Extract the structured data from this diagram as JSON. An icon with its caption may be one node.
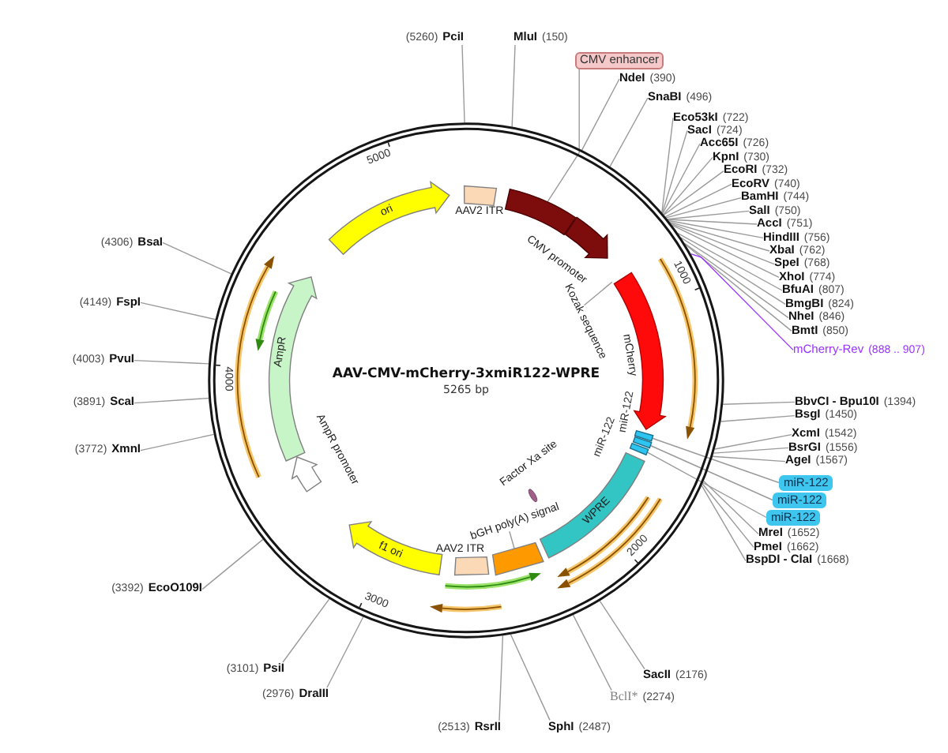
{
  "diagram": {
    "nodes": [
      {
        "text": [
          "AAV-CMV-mCherry-3xmiR122-WPRE",
          "5265 bp"
        ]
      },
      {
        "text": [
          "AAV2 ITR"
        ],
        "in": 0
      },
      {
        "text": [],
        "shape": "bar",
        "in": 0
      },
      {
        "text": [
          "CMV promoter"
        ],
        "in": 0
      },
      {
        "text": [
          "Kozak sequence"
        ],
        "in": 0
      },
      {
        "text": [
          "mCherry"
        ],
        "in": 0
      },
      {
        "text": [],
        "shape": "box",
        "in": 0
      },
      {
        "text": [],
        "shape": "box",
        "in": 0
      },
      {
        "text": [],
        "shape": "box",
        "in": 0
      },
      {
        "text": [
          "WPRE"
        ],
        "in": 0
      },
      {
        "text": [
          "Factor Xa site"
        ],
        "in": 0
      },
      {
        "text": [
          "bGH poly(A) signal"
        ],
        "in": 0
      },
      {
        "text": [],
        "shape": "box",
        "in": 0
      },
      {
        "text": [
          "AAV2 ITR"
        ],
        "in": 0
      },
      {
        "text": [
          "f1 ori"
        ],
        "in": 0
      },
      {
        "text": [
          "AmpR promoter"
        ],
        "in": 0
      },
      {
        "text": [
          "AmpR"
        ],
        "in": 0
      },
      {
        "text": [
          "ori"
        ],
        "in": 0
      },
      {
        "text": [
          "PciI"
        ],
        "beside": [
          "(5260)"
        ]
      },
      {
        "text": [
          "MluI"
        ],
        "beside": [
          "(150)"
        ]
      },
      {
        "text": [
          "CMV enhancer"
        ]
      },
      {
        "text": [
          "NdeI"
        ],
        "beside": [
          "(390)"
        ]
      },
      {
        "text": [
          "SnaBI"
        ],
        "beside": [
          "(496)"
        ]
      },
      {
        "text": [
          "Eco53kI"
        ],
        "beside": [
          "(722)"
        ]
      },
      {
        "text": [
          "SacI"
        ],
        "beside": [
          "(724)"
        ]
      },
      {
        "text": [
          "Acc65I"
        ],
        "beside": [
          "(726)"
        ]
      },
      {
        "text": [
          "KpnI"
        ],
        "beside": [
          "(730)"
        ]
      },
      {
        "text": [
          "EcoRI"
        ],
        "beside": [
          "(732)"
        ]
      },
      {
        "text": [
          "EcoRV"
        ],
        "beside": [
          "(740)"
        ]
      },
      {
        "text": [
          "BamHI"
        ],
        "beside": [
          "(744)"
        ]
      },
      {
        "text": [
          "SalI"
        ],
        "beside": [
          "(750)"
        ]
      },
      {
        "text": [
          "AccI"
        ],
        "beside": [
          "(751)"
        ]
      },
      {
        "text": [
          "HindIII"
        ],
        "beside": [
          "(756)"
        ]
      },
      {
        "text": [
          "XbaI"
        ],
        "beside": [
          "(762)"
        ]
      },
      {
        "text": [
          "SpeI"
        ],
        "beside": [
          "(768)"
        ]
      },
      {
        "text": [
          "XhoI"
        ],
        "beside": [
          "(774)"
        ]
      },
      {
        "text": [
          "BfuAI"
        ],
        "beside": [
          "(807)"
        ]
      },
      {
        "text": [
          "BmgBI"
        ],
        "beside": [
          "(824)"
        ]
      },
      {
        "text": [
          "NheI"
        ],
        "beside": [
          "(846)"
        ]
      },
      {
        "text": [
          "BmtI"
        ],
        "beside": [
          "(850)"
        ]
      },
      {
        "text": [
          "mCherry-Rev"
        ],
        "beside": [
          "(888 .. 907)"
        ]
      },
      {
        "text": [
          "BbvCI - Bpu10I"
        ],
        "beside": [
          "(1394)"
        ]
      },
      {
        "text": [
          "BsgI"
        ],
        "beside": [
          "(1450)"
        ]
      },
      {
        "text": [
          "XcmI"
        ],
        "beside": [
          "(1542)"
        ]
      },
      {
        "text": [
          "BsrGI"
        ],
        "beside": [
          "(1556)"
        ]
      },
      {
        "text": [
          "AgeI"
        ],
        "beside": [
          "(1567)"
        ]
      },
      {
        "text": [
          "miR-122"
        ]
      },
      {
        "text": [
          "miR-122"
        ]
      },
      {
        "text": [
          "miR-122"
        ]
      },
      {
        "text": [
          "MreI"
        ],
        "beside": [
          "(1652)"
        ]
      },
      {
        "text": [
          "PmeI"
        ],
        "beside": [
          "(1662)"
        ]
      },
      {
        "text": [
          "BspDI - ClaI"
        ],
        "beside": [
          "(1668)"
        ]
      },
      {
        "text": [
          "SacII"
        ],
        "beside": [
          "(2176)"
        ]
      },
      {
        "text": [
          "BclI*"
        ],
        "beside": [
          "(2274)"
        ]
      },
      {
        "text": [
          "SphI"
        ],
        "beside": [
          "(2487)"
        ]
      },
      {
        "text": [
          "RsrII"
        ],
        "beside": [
          "(2513)"
        ]
      },
      {
        "text": [
          "DraIII"
        ],
        "beside": [
          "(2976)"
        ]
      },
      {
        "text": [
          "PsiI"
        ],
        "beside": [
          "(3101)"
        ]
      },
      {
        "text": [
          "EcoO109I"
        ],
        "beside": [
          "(3392)"
        ]
      },
      {
        "text": [
          "XmnI"
        ],
        "beside": [
          "(3772)"
        ]
      },
      {
        "text": [
          "ScaI"
        ],
        "beside": [
          "(3891)"
        ]
      },
      {
        "text": [
          "PvuI"
        ],
        "beside": [
          "(4003)"
        ]
      },
      {
        "text": [
          "FspI"
        ],
        "beside": [
          "(4149)"
        ]
      },
      {
        "text": [
          "BsaI"
        ],
        "beside": [
          "(4306)"
        ]
      },
      {
        "text": [],
        "shape": "arrow",
        "in": 0
      },
      {
        "text": [],
        "shape": "arrow",
        "in": 0
      },
      {
        "text": [],
        "shape": "arrow",
        "in": 0
      },
      {
        "text": [],
        "shape": "arrow",
        "in": 0
      },
      {
        "text": [],
        "shape": "arrow",
        "in": 0
      },
      {
        "text": [],
        "shape": "arrow",
        "in": 0
      },
      {
        "text": [],
        "shape": "arrow",
        "in": 0
      }
    ],
    "edges": [
      {
        "from": 4,
        "to": null,
        "arrow": "none"
      },
      {
        "from": 11,
        "to": 12,
        "arrow": "none"
      },
      {
        "from": 18,
        "to": 0,
        "arrow": "none"
      },
      {
        "from": 19,
        "to": 0,
        "arrow": "none"
      },
      {
        "from": 20,
        "to": 2,
        "arrow": "none"
      },
      {
        "from": 21,
        "to": 0,
        "arrow": "none"
      },
      {
        "from": 22,
        "to": 0,
        "arrow": "none"
      },
      {
        "from": 23,
        "to": 0,
        "arrow": "none"
      },
      {
        "from": 24,
        "to": 0,
        "arrow": "none"
      },
      {
        "from": 25,
        "to": 0,
        "arrow": "none"
      },
      {
        "from": 26,
        "to": 0,
        "arrow": "none"
      },
      {
        "from": 27,
        "to": 0,
        "arrow": "none"
      },
      {
        "from": 28,
        "to": 0,
        "arrow": "none"
      },
      {
        "from": 29,
        "to": 0,
        "arrow": "none"
      },
      {
        "from": 30,
        "to": 0,
        "arrow": "none"
      },
      {
        "from": 31,
        "to": 0,
        "arrow": "none"
      },
      {
        "from": 32,
        "to": 0,
        "arrow": "none"
      },
      {
        "from": 33,
        "to": 0,
        "arrow": "none"
      },
      {
        "from": 34,
        "to": 0,
        "arrow": "none"
      },
      {
        "from": 35,
        "to": 0,
        "arrow": "none"
      },
      {
        "from": 36,
        "to": 0,
        "arrow": "none"
      },
      {
        "from": 37,
        "to": 0,
        "arrow": "none"
      },
      {
        "from": 38,
        "to": 0,
        "arrow": "none"
      },
      {
        "from": 39,
        "to": 0,
        "arrow": "none"
      },
      {
        "from": 40,
        "to": 0,
        "arrow": "none",
        "color": "#9933ff"
      },
      {
        "from": 41,
        "to": 0,
        "arrow": "none"
      },
      {
        "from": 42,
        "to": 0,
        "arrow": "none"
      },
      {
        "from": 43,
        "to": 0,
        "arrow": "none"
      },
      {
        "from": 44,
        "to": 0,
        "arrow": "none"
      },
      {
        "from": 45,
        "to": 0,
        "arrow": "none"
      },
      {
        "from": 46,
        "to": 6,
        "arrow": "none"
      },
      {
        "from": 47,
        "to": 7,
        "arrow": "none"
      },
      {
        "from": 48,
        "to": 8,
        "arrow": "none"
      },
      {
        "from": 49,
        "to": 0,
        "arrow": "none"
      },
      {
        "from": 50,
        "to": 0,
        "arrow": "none"
      },
      {
        "from": 51,
        "to": 0,
        "arrow": "none"
      },
      {
        "from": 52,
        "to": 0,
        "arrow": "none"
      },
      {
        "from": 53,
        "to": 0,
        "arrow": "none"
      },
      {
        "from": 54,
        "to": 0,
        "arrow": "none"
      },
      {
        "from": 55,
        "to": 0,
        "arrow": "none"
      },
      {
        "from": 56,
        "to": 0,
        "arrow": "none"
      },
      {
        "from": 57,
        "to": 0,
        "arrow": "none"
      },
      {
        "from": 58,
        "to": 0,
        "arrow": "none"
      },
      {
        "from": 59,
        "to": 0,
        "arrow": "none"
      },
      {
        "from": 60,
        "to": 0,
        "arrow": "none"
      },
      {
        "from": 61,
        "to": 0,
        "arrow": "none"
      },
      {
        "from": 62,
        "to": 0,
        "arrow": "none"
      },
      {
        "from": 63,
        "to": 0,
        "arrow": "none"
      }
    ],
    "labels": [
      "5000",
      "1000",
      "4000",
      "miR-122",
      "miR-122",
      "2000",
      "3000"
    ]
  }
}
